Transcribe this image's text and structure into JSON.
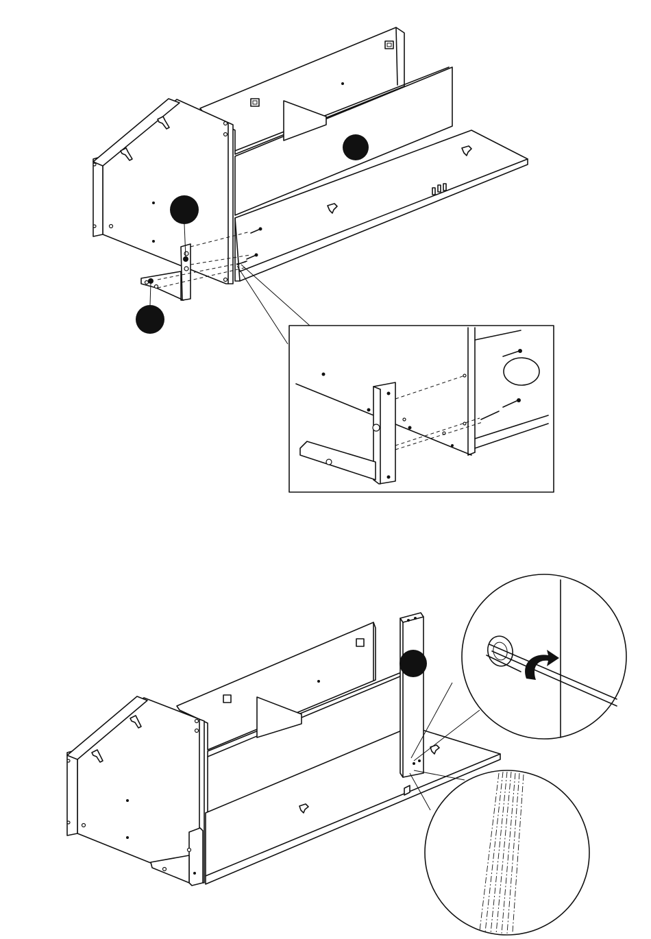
{
  "figure": {
    "steps": [
      {
        "id": "step-attach-leg",
        "callouts": [
          "",
          "",
          ""
        ],
        "detail_label": ""
      },
      {
        "id": "step-tighten-screw",
        "callouts": [
          ""
        ],
        "zoom_views": [
          "screwdriver-turn",
          "wood-grain"
        ]
      }
    ],
    "colors": {
      "ink": "#111111",
      "paper": "#ffffff"
    }
  }
}
